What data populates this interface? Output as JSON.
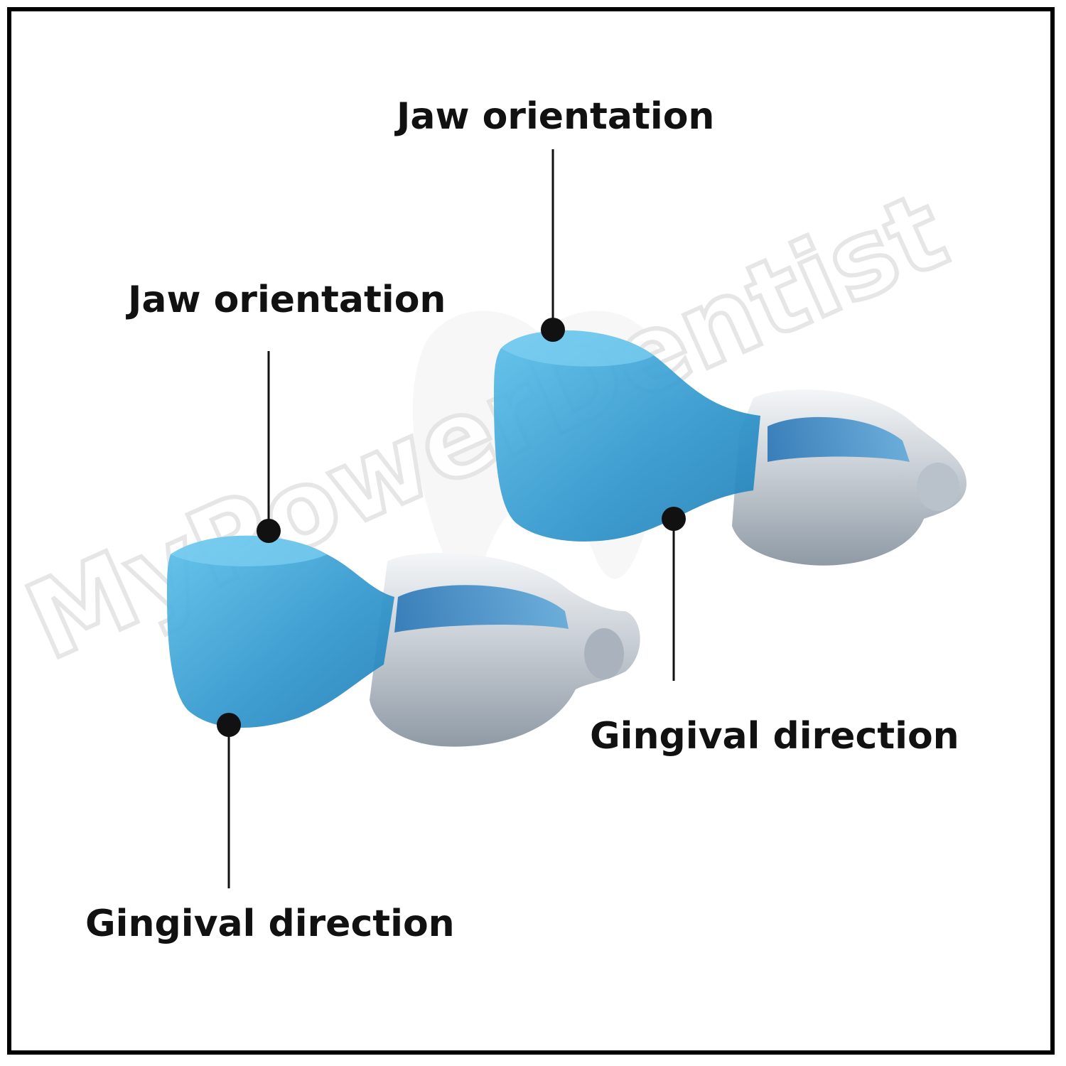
{
  "labels": {
    "jaw_right": "Jaw orientation",
    "jaw_left": "Jaw orientation",
    "gingival_right": "Gingival direction",
    "gingival_left": "Gingival direction"
  },
  "watermark": {
    "text": "MyPowerDentist",
    "color": "#e6e6e6"
  },
  "colors": {
    "frame": "#000000",
    "label_text": "#111111",
    "blue_cup": "#3fa3d6",
    "metal": "#d9dde3",
    "marker": "#111111"
  },
  "icons": [
    "tooth-watermark-icon",
    "matrix-band-illustration"
  ]
}
